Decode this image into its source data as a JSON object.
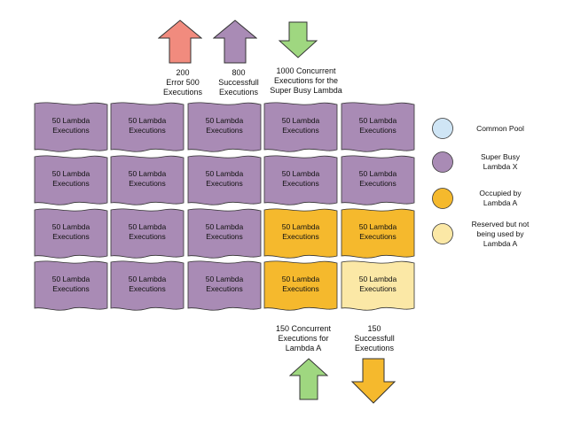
{
  "colors": {
    "purple": "#a98bb5",
    "yellow": "#f5b92d",
    "light_yellow": "#fbe8a6",
    "light_blue": "#cfe5f5",
    "red": "#f18b7e",
    "green": "#9fd780",
    "outline": "#333333"
  },
  "top_labels": {
    "error": "200\nError 500\nExecutions",
    "success": "800\nSuccessfull\nExecutions",
    "concurrent": "1000 Concurrent\nExecutions for the\nSuper Busy Lambda"
  },
  "bottom_labels": {
    "concurrent_a": "150 Concurrent\nExecutions for\nLambda A",
    "success_a": "150\nSuccessfull\nExecutions"
  },
  "tile_label": "50 Lambda\nExecutions",
  "grid": [
    [
      "purple",
      "purple",
      "purple",
      "purple",
      "purple"
    ],
    [
      "purple",
      "purple",
      "purple",
      "purple",
      "purple"
    ],
    [
      "purple",
      "purple",
      "purple",
      "yellow",
      "yellow"
    ],
    [
      "purple",
      "purple",
      "purple",
      "yellow",
      "light_yellow"
    ]
  ],
  "legend": [
    {
      "label": "Common Pool",
      "color": "light_blue"
    },
    {
      "label": "Super Busy\nLambda X",
      "color": "purple"
    },
    {
      "label": "Occupied by\nLambda A",
      "color": "yellow"
    },
    {
      "label": "Reserved but not\nbeing used by\nLambda A",
      "color": "light_yellow"
    }
  ]
}
